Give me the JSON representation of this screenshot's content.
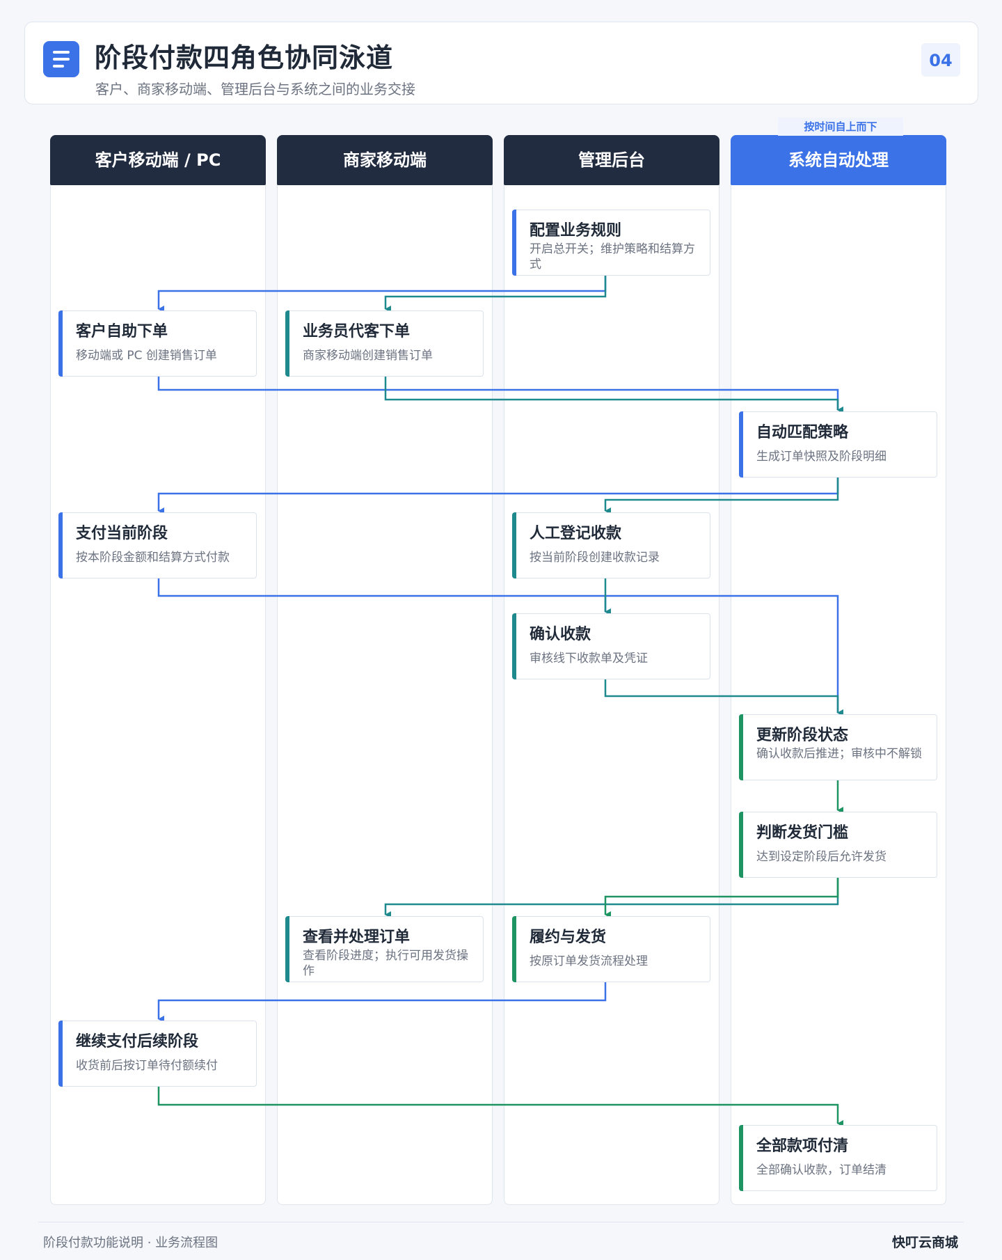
{
  "header": {
    "title": "阶段付款四角色协同泳道",
    "subtitle": "客户、商家移动端、管理后台与系统之间的业务交接",
    "page_number": "04"
  },
  "lanes": [
    {
      "label": "客户移动端 / PC"
    },
    {
      "label": "商家移动端"
    },
    {
      "label": "管理后台"
    },
    {
      "label": "系统自动处理"
    }
  ],
  "time_note": "按时间自上而下",
  "cards": {
    "config_rules": {
      "title": "配置业务规则",
      "desc": "开启总开关；维护策略和结算方式"
    },
    "customer_order": {
      "title": "客户自助下单",
      "desc": "移动端或 PC 创建销售订单"
    },
    "agent_order": {
      "title": "业务员代客下单",
      "desc": "商家移动端创建销售订单"
    },
    "auto_match": {
      "title": "自动匹配策略",
      "desc": "生成订单快照及阶段明细"
    },
    "pay_stage": {
      "title": "支付当前阶段",
      "desc": "按本阶段金额和结算方式付款"
    },
    "manual_register": {
      "title": "人工登记收款",
      "desc": "按当前阶段创建收款记录"
    },
    "confirm_payment": {
      "title": "确认收款",
      "desc": "审核线下收款单及凭证"
    },
    "update_stage": {
      "title": "更新阶段状态",
      "desc": "确认收款后推进；审核中不解锁"
    },
    "ship_threshold": {
      "title": "判断发货门槛",
      "desc": "达到设定阶段后允许发货"
    },
    "view_order": {
      "title": "查看并处理订单",
      "desc": "查看阶段进度；执行可用发货操作"
    },
    "fulfill_ship": {
      "title": "履约与发货",
      "desc": "按原订单发货流程处理"
    },
    "continue_pay": {
      "title": "继续支付后续阶段",
      "desc": "收货前后按订单待付额续付"
    },
    "all_paid": {
      "title": "全部款项付清",
      "desc": "全部确认收款，订单结清"
    }
  },
  "colors": {
    "primary": "#3b72e8",
    "lane_header": "#222c40",
    "teal": "#1f8a8d",
    "green": "#1f9463"
  },
  "footer": {
    "left": "阶段付款功能说明  ·  业务流程图",
    "right": "快叮云商城"
  }
}
